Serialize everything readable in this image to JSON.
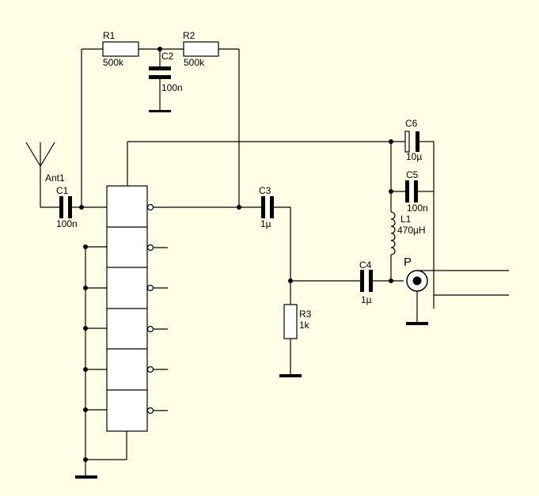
{
  "colors": {
    "background": "#ffffe8",
    "ink": "#000000"
  },
  "components": {
    "r1": {
      "ref": "R1",
      "value": "500k"
    },
    "r2": {
      "ref": "R2",
      "value": "500k"
    },
    "c2": {
      "ref": "C2",
      "value": "100n"
    },
    "ant1": {
      "ref": "Ant1"
    },
    "c1": {
      "ref": "C1",
      "value": "100n"
    },
    "c3": {
      "ref": "C3",
      "value": "1µ"
    },
    "r3": {
      "ref": "R3",
      "value": "1k"
    },
    "c4": {
      "ref": "C4",
      "value": "1µ"
    },
    "c6": {
      "ref": "C6",
      "value": "10µ"
    },
    "c5": {
      "ref": "C5",
      "value": "100n"
    },
    "l1": {
      "ref": "L1",
      "value": "470µH"
    },
    "p": {
      "ref": "P"
    }
  }
}
